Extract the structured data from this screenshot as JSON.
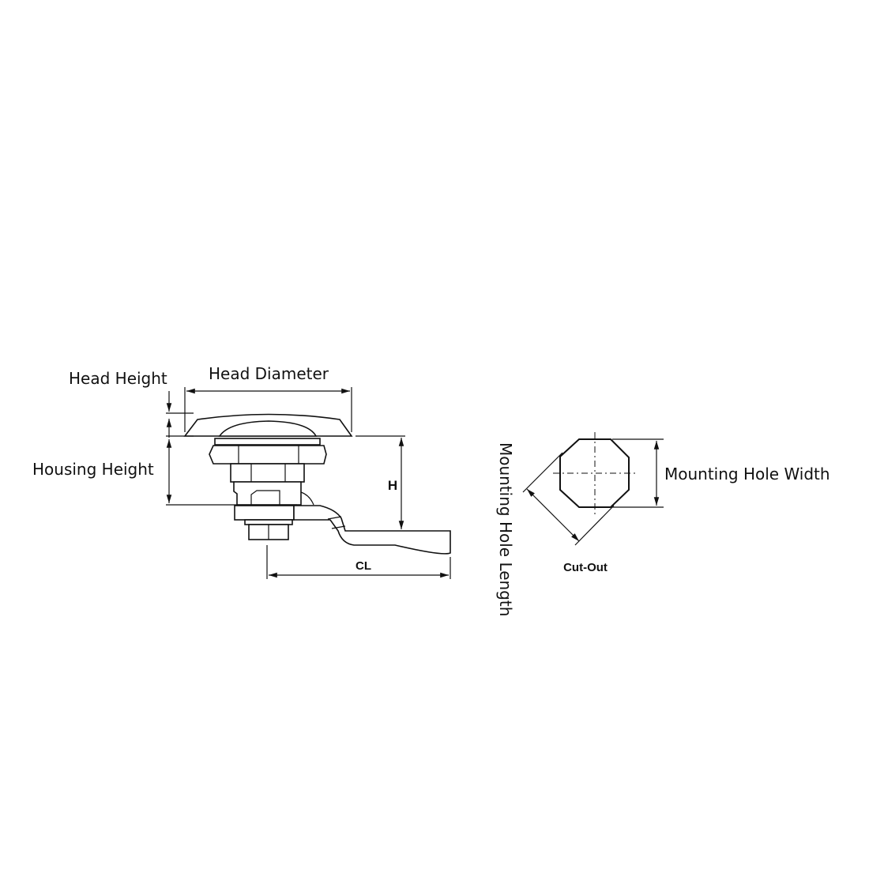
{
  "labels": {
    "head_height": "Head Height",
    "head_diameter": "Head Diameter",
    "housing_height": "Housing Height",
    "h": "H",
    "cl": "CL",
    "mounting_hole_width": "Mounting Hole Width",
    "mounting_hole_length": "Mounting Hole Length",
    "cut_out": "Cut-Out"
  },
  "colors": {
    "line": "#111111",
    "background": "#ffffff"
  }
}
